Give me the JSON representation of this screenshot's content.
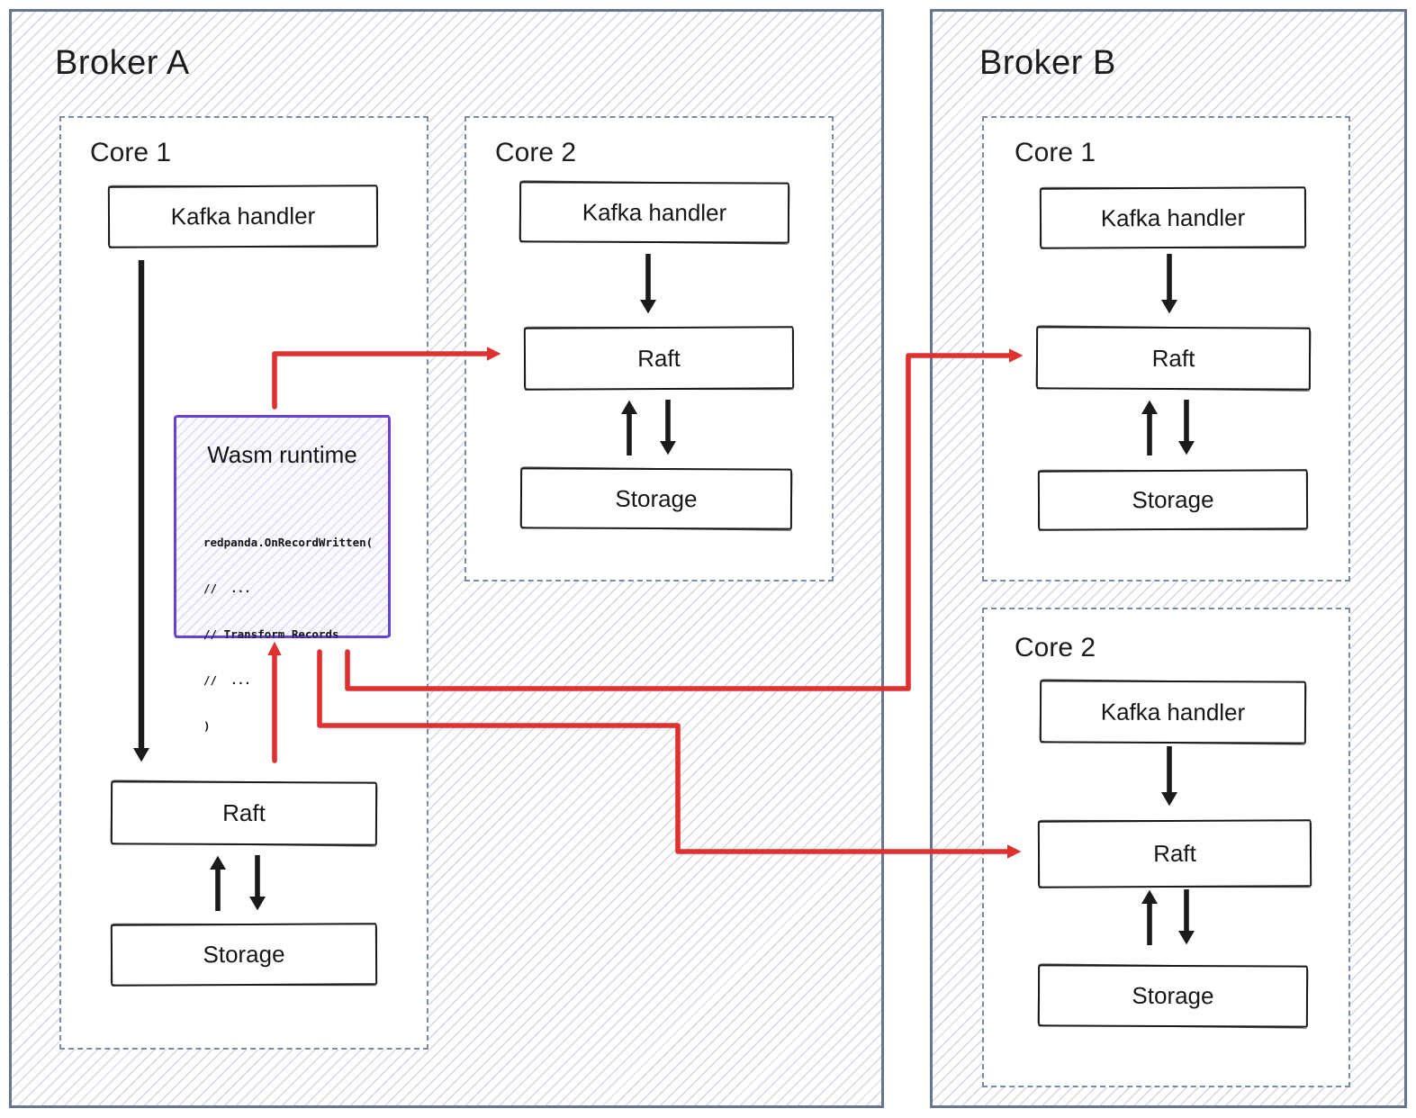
{
  "colors": {
    "red": "#e03131",
    "purple": "#6741d9",
    "slate": "#67758f",
    "ink": "#1b1b1b"
  },
  "broker_a": {
    "title": "Broker A",
    "core1": {
      "label": "Core 1",
      "kafka": "Kafka handler",
      "raft": "Raft",
      "storage": "Storage",
      "wasm": {
        "title": "Wasm runtime",
        "code": [
          "redpanda.OnRecordWritten(",
          "//  ...",
          "// Transform Records",
          "//  ...",
          ")"
        ]
      }
    },
    "core2": {
      "label": "Core 2",
      "kafka": "Kafka handler",
      "raft": "Raft",
      "storage": "Storage"
    }
  },
  "broker_b": {
    "title": "Broker B",
    "core1": {
      "label": "Core 1",
      "kafka": "Kafka handler",
      "raft": "Raft",
      "storage": "Storage"
    },
    "core2": {
      "label": "Core 2",
      "kafka": "Kafka handler",
      "raft": "Raft",
      "storage": "Storage"
    }
  }
}
